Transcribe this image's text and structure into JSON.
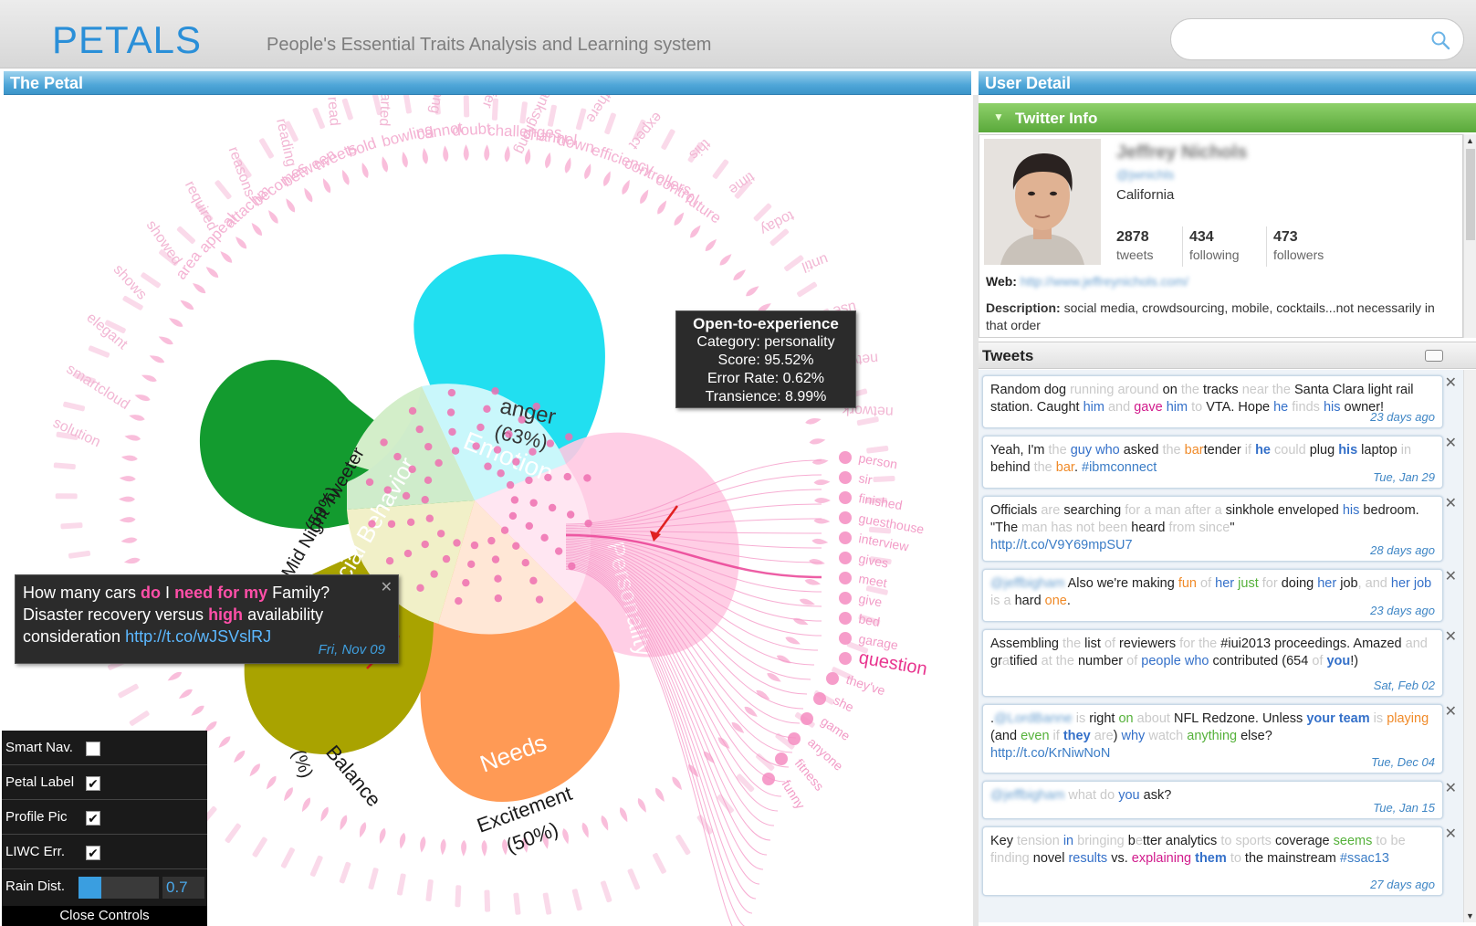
{
  "header": {
    "logo": "PETALS",
    "tagline": "People's Essential Traits Analysis and Learning system",
    "search": {
      "placeholder": "",
      "value": ""
    }
  },
  "petal_panel": {
    "title": "The Petal",
    "petals": [
      {
        "label": "Social Behavior",
        "trait": "Fri. Mid Night Tweeter",
        "percent": "(59%)",
        "color": "#139b2f"
      },
      {
        "label": "Emotion",
        "trait": "anger",
        "percent": "(63%)",
        "color": "#1fe0f0"
      },
      {
        "label": "Personality",
        "trait": "",
        "percent": "",
        "color": "#ffc3df"
      },
      {
        "label": "Needs",
        "trait": "Excitement",
        "percent": "(50%)",
        "color": "#ff9a55"
      },
      {
        "label": "Balance",
        "trait": "",
        "percent": "(%)",
        "color": "#a8a200"
      }
    ],
    "right_words": [
      "person",
      "sir",
      "finished",
      "guesthouse",
      "interview",
      "gives",
      "meet",
      "give",
      "bed",
      "garage",
      "question",
      "they've",
      "she",
      "game",
      "anyone",
      "fitness",
      "funny",
      "future",
      "control",
      "controllers",
      "efficiency",
      "down",
      "channel",
      "challenges",
      "doubt",
      "cannot",
      "bowling",
      "bold",
      "tweets",
      "between",
      "becomes",
      "attachm",
      "appeal",
      "area"
    ],
    "left_words": [
      "solution",
      "smartcloud",
      "elegant",
      "shows",
      "showed",
      "required",
      "reasons",
      "reading",
      "read",
      "started",
      "strong",
      "suffer",
      "thanksgiving",
      "there",
      "expect",
      "this",
      "time",
      "today",
      "until",
      "use",
      "networks",
      "network"
    ],
    "trait_tooltip": {
      "title": "Open-to-experience",
      "category": "Category: personality",
      "score": "Score: 95.52%",
      "error_rate": "Error Rate: 0.62%",
      "transience": "Transience: 8.99%"
    },
    "tweet_tooltip": {
      "p1": "How many cars ",
      "h1": "do",
      "p2": " I ",
      "h2": "need for my",
      "p3": " Family?",
      "p4": "Disaster recovery versus ",
      "h3": "high",
      "p5": " availability consideration ",
      "link": "http://t.co/wJSVslRJ",
      "date": "Fri, Nov 09",
      "close": "✕"
    }
  },
  "controls": {
    "smart_nav": {
      "label": "Smart Nav.",
      "checked": false
    },
    "petal_label": {
      "label": "Petal Label",
      "checked": true
    },
    "profile_pic": {
      "label": "Profile Pic",
      "checked": true
    },
    "liwc_err": {
      "label": "LIWC Err.",
      "checked": true
    },
    "rain_dist": {
      "label": "Rain Dist.",
      "value": "0.7",
      "fraction": 0.7
    },
    "close": "Close Controls",
    "check_mark": "✔"
  },
  "user_detail": {
    "title": "User Detail",
    "twitter_info": "Twitter Info",
    "name": "Jeffrey Nichols",
    "handle": "@jwnichls",
    "location": "California",
    "stats": [
      {
        "value": "2878",
        "label": "tweets"
      },
      {
        "value": "434",
        "label": "following"
      },
      {
        "value": "473",
        "label": "followers"
      }
    ],
    "web_label": "Web:",
    "web_url": "http://www.jeffreynichols.com/",
    "desc_label": "Description:",
    "description": " social media, crowdsourcing, mobile, cocktails...not necessarily in that order",
    "tweets_title": "Tweets",
    "tweet_dates": [
      "23 days ago",
      "Tue, Jan 29",
      "28 days ago",
      "23 days ago",
      "Sat, Feb 02",
      "Tue, Dec 04",
      "Tue, Jan 15",
      "27 days ago"
    ],
    "tweet_link_1": "http://t.co/V9Y69mpSU7",
    "tweet_link_2": "http://t.co/KrNiwNoN",
    "tweet_hashtag_1": "#ibmconnect",
    "tweet_hashtag_2": "#iui2013",
    "tweet_hashtag_3": "#ssac13",
    "close_symbol": "✕"
  },
  "colors": {
    "brand": "#2a8fd8",
    "petal_accent": "#ff4fa8",
    "bar_blue": "#4fa6d8",
    "twitter_green": "#5aa93b"
  }
}
